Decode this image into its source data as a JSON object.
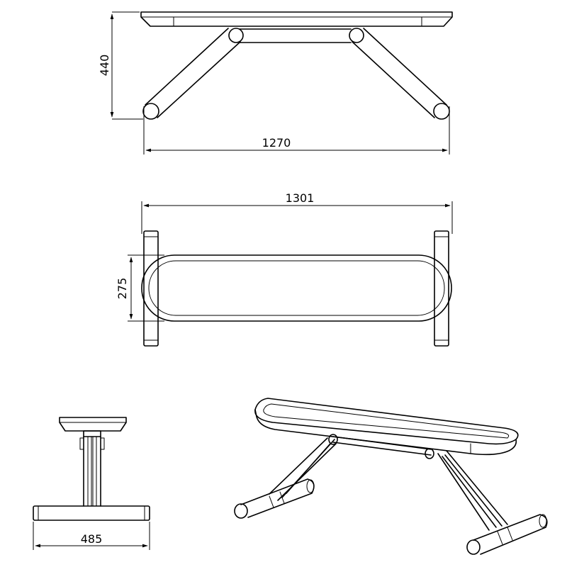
{
  "drawing": {
    "views": {
      "side_view": {
        "height_dim": "440",
        "width_dim": "1270"
      },
      "top_view": {
        "length_dim": "1301",
        "width_dim": "275"
      },
      "front_view": {
        "width_dim": "485"
      },
      "iso_view": {}
    }
  }
}
